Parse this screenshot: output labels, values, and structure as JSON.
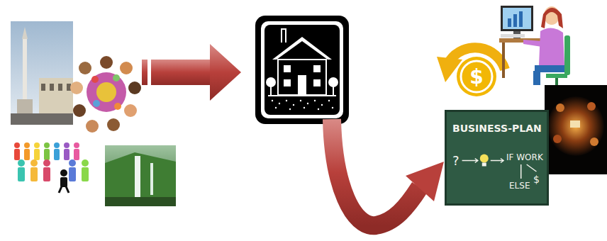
{
  "diagram": {
    "nodes": [
      {
        "text": [
          "BUSINESS-PLAN",
          "?",
          "IF WORK",
          "ELSE",
          "$"
        ]
      }
    ],
    "labels": [
      "$"
    ]
  }
}
